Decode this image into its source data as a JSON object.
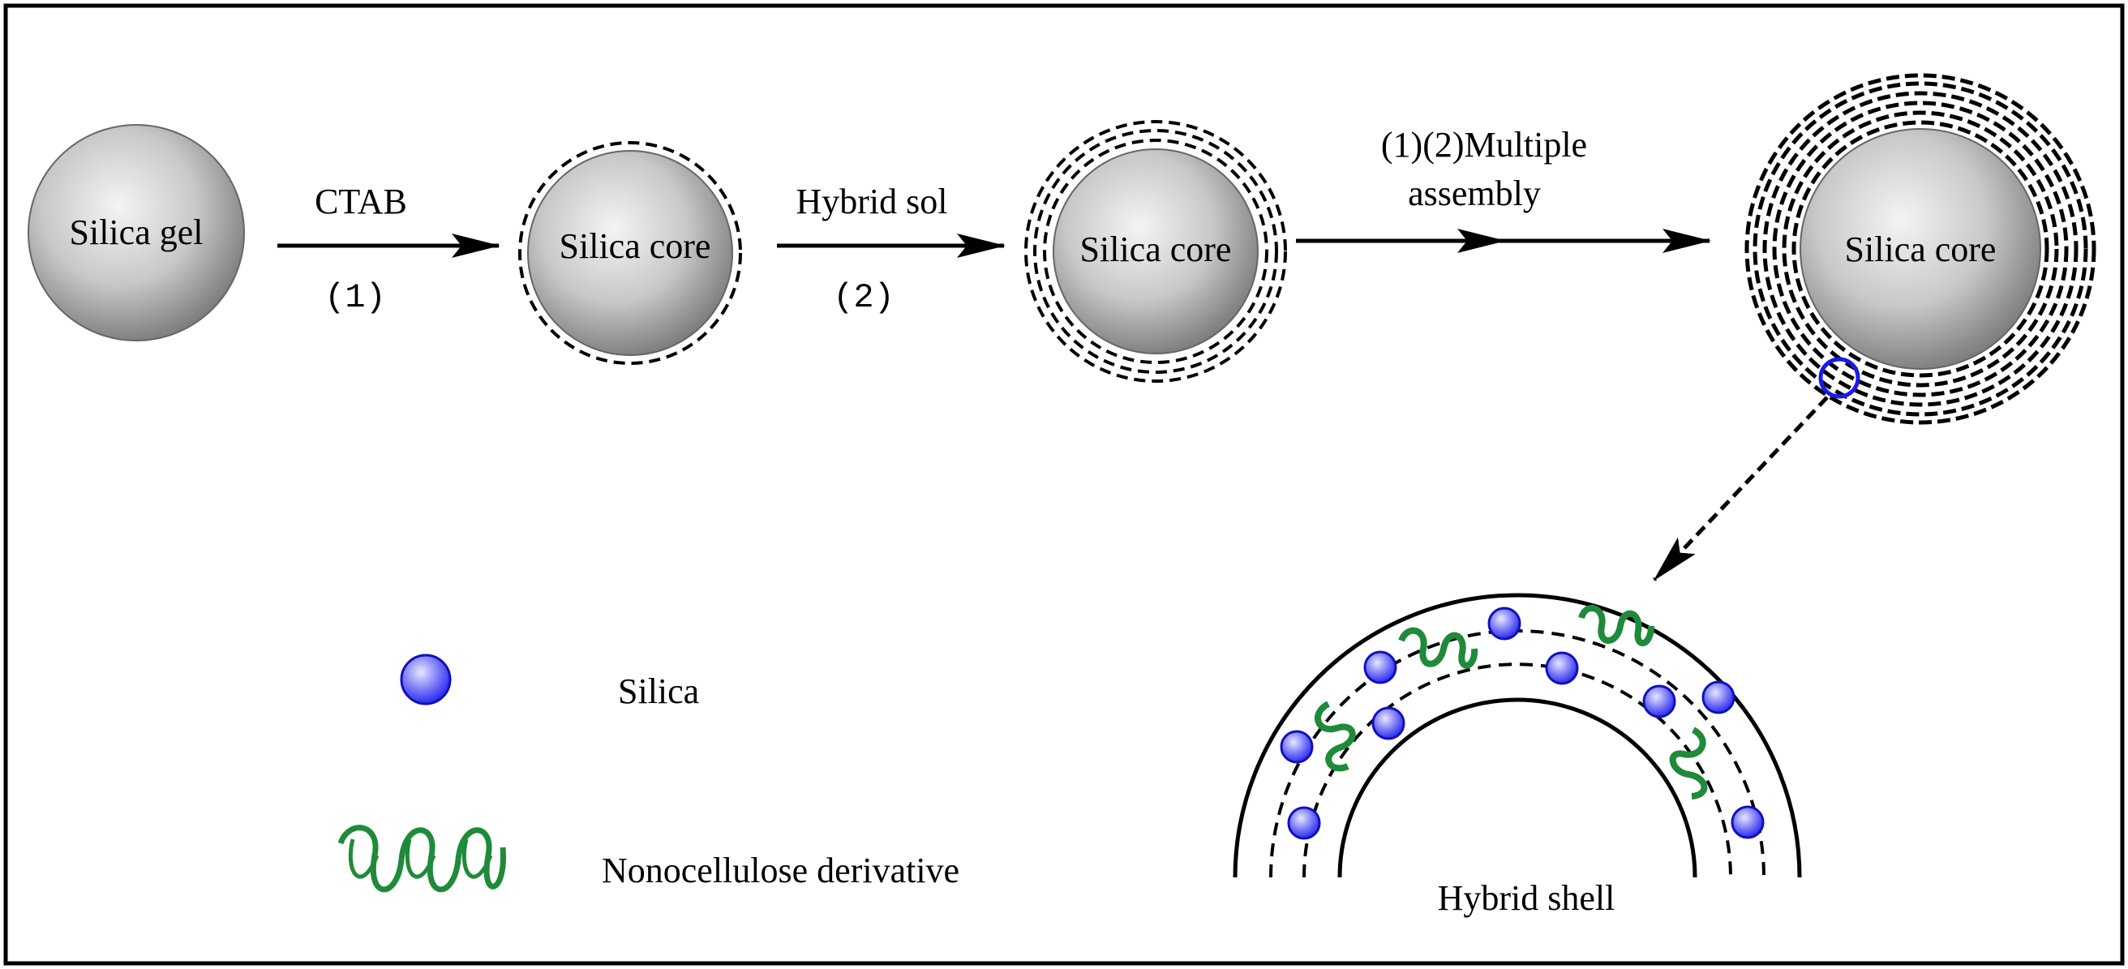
{
  "colors": {
    "frame": "#000000",
    "sphere_highlight": "#f4f4f4",
    "sphere_mid": "#c8c8c8",
    "sphere_edge": "#7a7a7a",
    "silica_particle": "#1f1ff0",
    "silica_particle_highlight": "#e6e8ff",
    "polymer": "#1f8a3a",
    "zoom_circle": "#1a1ae6"
  },
  "spheres": {
    "start": {
      "label": "Silica gel"
    },
    "step1": {
      "label": "Silica core"
    },
    "step2": {
      "label": "Silica core"
    },
    "final": {
      "label": "Silica core"
    }
  },
  "steps": [
    {
      "label": "CTAB",
      "number": "(1)"
    },
    {
      "label": "Hybrid sol",
      "number": "(2)"
    },
    {
      "label_line1": "(1)(2)Multiple",
      "label_line2": "assembly"
    }
  ],
  "legend": [
    {
      "icon": "silica-particle-icon",
      "label": "Silica"
    },
    {
      "icon": "polymer-coil-icon",
      "label": "Nonocellulose derivative"
    }
  ],
  "detail": {
    "label": "Hybrid shell"
  }
}
